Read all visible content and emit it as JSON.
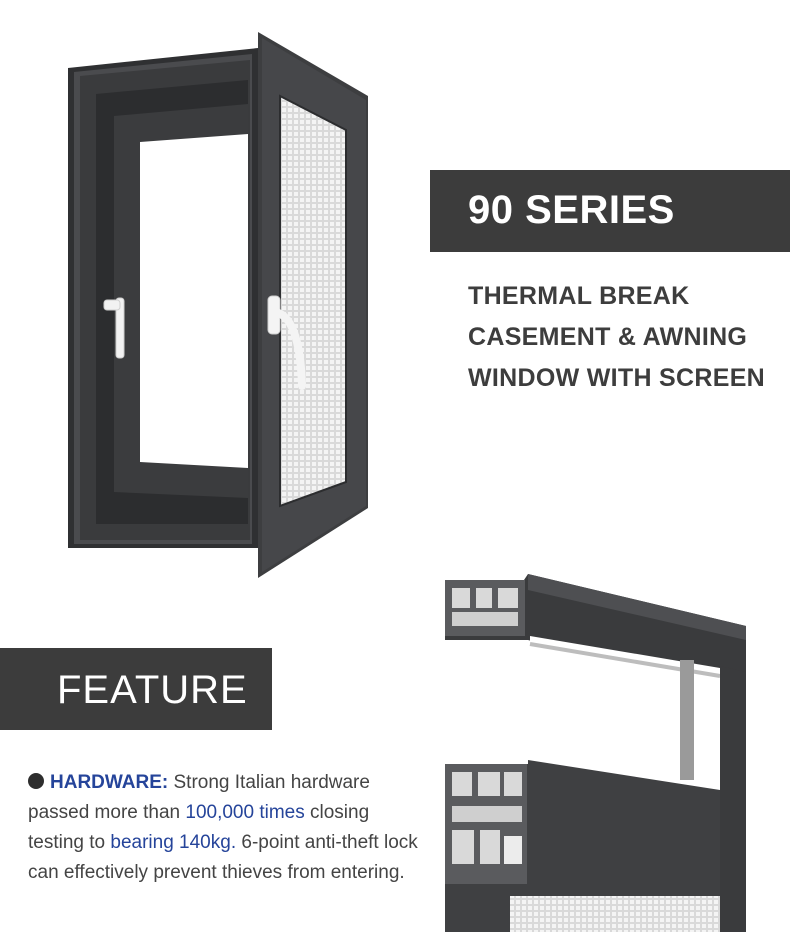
{
  "series": {
    "title": "90 SERIES"
  },
  "subtitle": {
    "line1": "THERMAL BREAK",
    "line2": "CASEMENT & AWNING",
    "line3": "WINDOW WITH SCREEN"
  },
  "feature": {
    "title": "FEATURE"
  },
  "description": {
    "label": "HARDWARE:",
    "text1": " Strong Italian hardware passed more than ",
    "highlight1": "100,000 times",
    "text2": " closing testing to ",
    "highlight2": "bearing 140kg.",
    "text3": " 6-point anti-theft lock can effectively prevent thieves from entering."
  },
  "colors": {
    "banner": "#3c3c3c",
    "accent": "#25449a",
    "frame": "#3a3b3d"
  }
}
